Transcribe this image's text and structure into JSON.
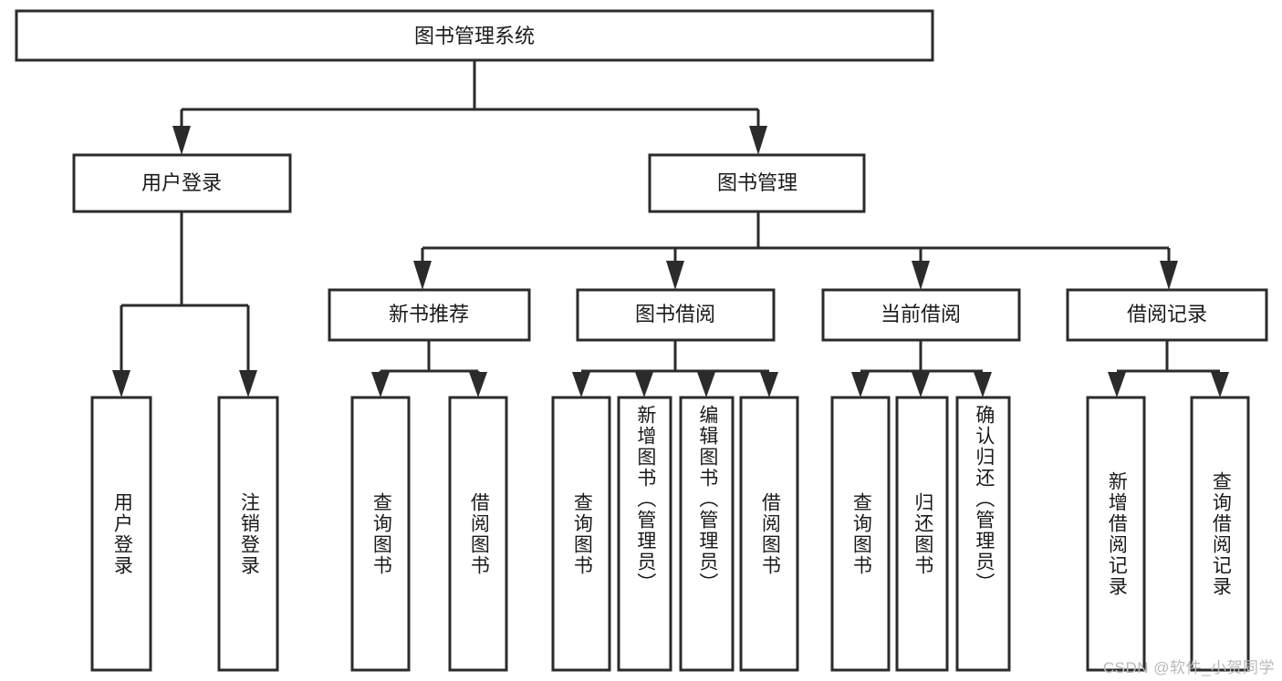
{
  "diagram": {
    "kind": "hierarchy-tree",
    "title": "图书管理系统",
    "background_color": "#ffffff",
    "line_color": "#2b2b2b",
    "text_color": "#1a1a1a",
    "root": {
      "label": "图书管理系统"
    },
    "level2": [
      {
        "label": "用户登录"
      },
      {
        "label": "图书管理"
      }
    ],
    "level3": [
      {
        "label": "新书推荐"
      },
      {
        "label": "图书借阅"
      },
      {
        "label": "当前借阅"
      },
      {
        "label": "借阅记录"
      }
    ],
    "leaves": {
      "user_login": [
        {
          "label": "用户登录"
        },
        {
          "label": "注销登录"
        }
      ],
      "new_book_recommend": [
        {
          "label": "查询图书"
        },
        {
          "label": "借阅图书"
        }
      ],
      "book_borrow": [
        {
          "label": "查询图书"
        },
        {
          "label": "新增图书（管理员）"
        },
        {
          "label": "编辑图书（管理员）"
        },
        {
          "label": "借阅图书"
        }
      ],
      "current_borrow": [
        {
          "label": "查询图书"
        },
        {
          "label": "归还图书"
        },
        {
          "label": "确认归还（管理员）"
        }
      ],
      "borrow_record": [
        {
          "label": "新增借阅记录"
        },
        {
          "label": "查询借阅记录"
        }
      ]
    }
  },
  "watermark": {
    "text": "CSDN @软件_小贺同学",
    "color": "#b9b9b9"
  }
}
